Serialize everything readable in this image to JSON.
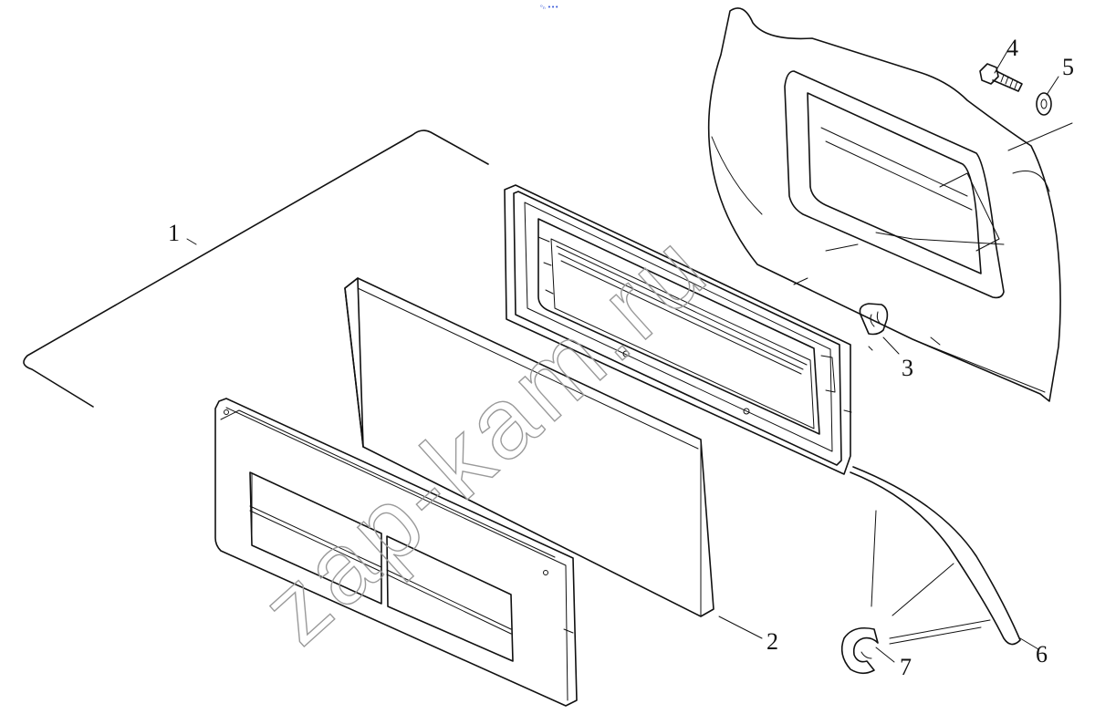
{
  "top_mark": "ᵒₙ •••",
  "watermark": "zap-kam.ru",
  "labels": {
    "p1": "1",
    "p2": "2",
    "p3": "3",
    "p4": "4",
    "p5": "5",
    "p6": "6",
    "p7": "7"
  }
}
